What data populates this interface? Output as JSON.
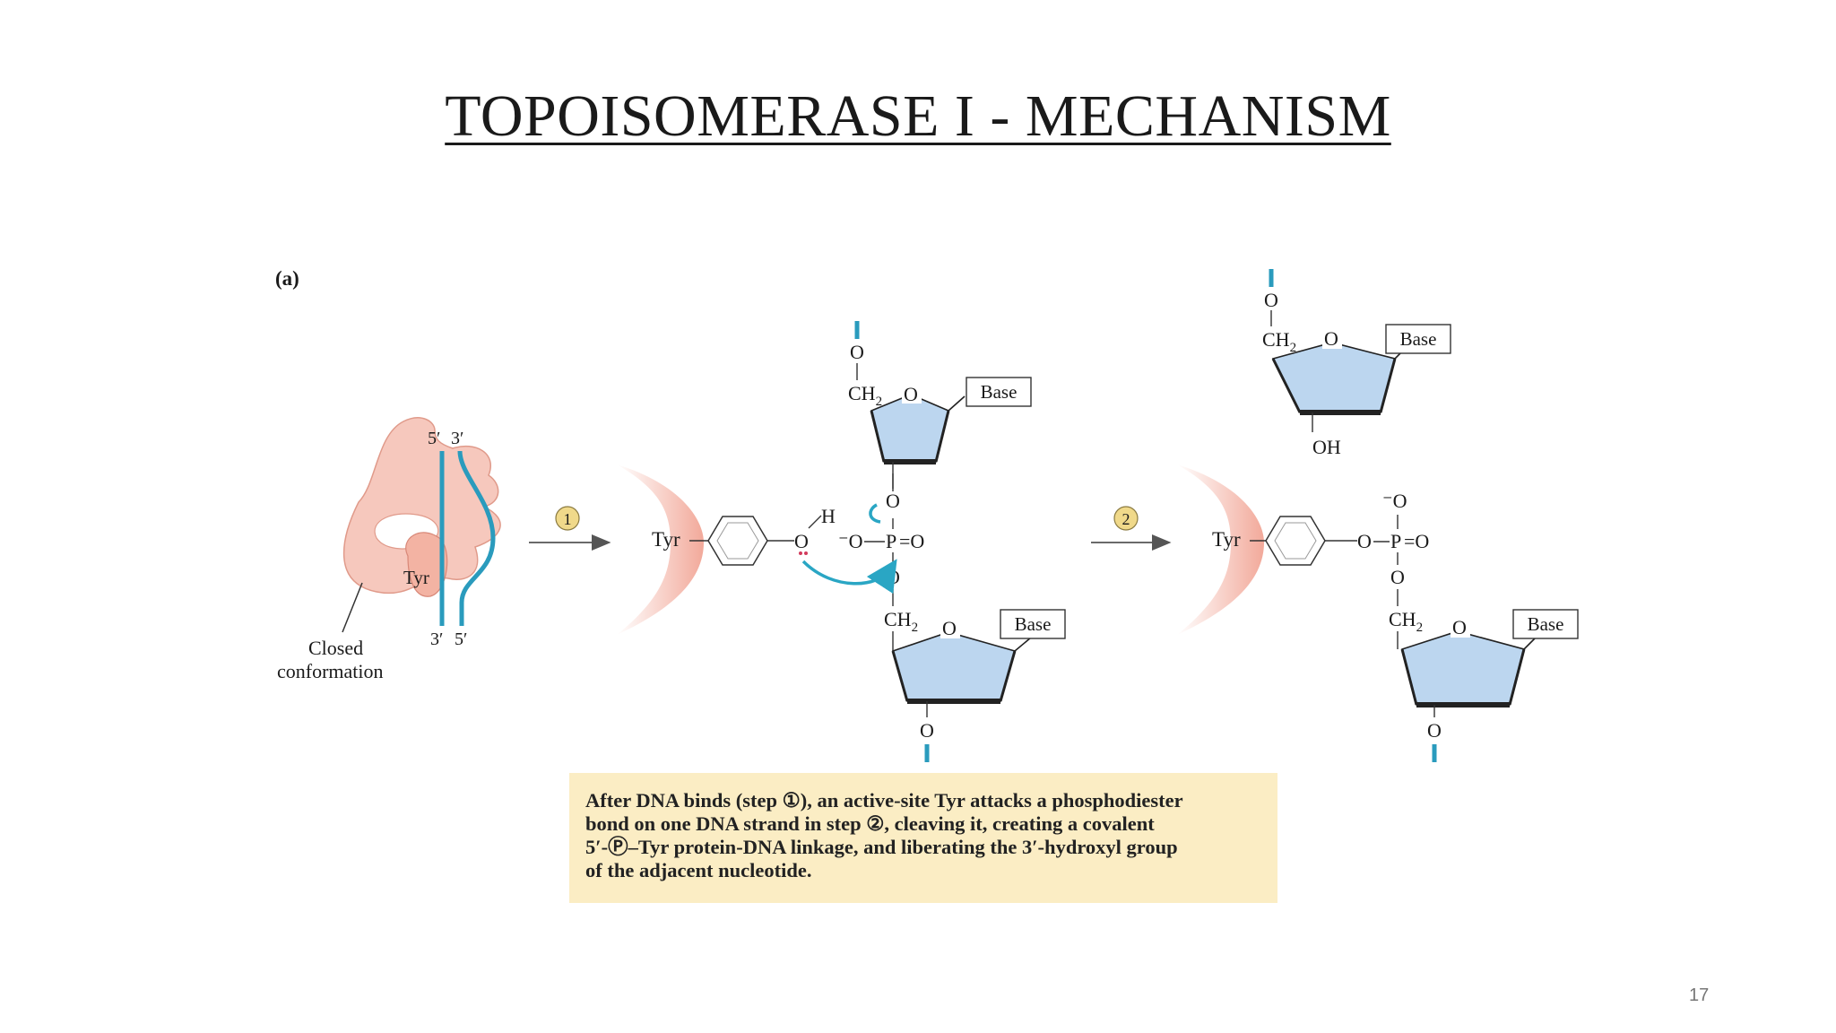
{
  "slide": {
    "title": "TOPOISOMERASE I - MECHANISM",
    "page_number": "17"
  },
  "figure": {
    "panel_label": "(a)",
    "enzyme": {
      "tyr_label": "Tyr",
      "conformation_label_line1": "Closed",
      "conformation_label_line2": "conformation",
      "strand_top_left": "5′",
      "strand_top_right": "3′",
      "strand_bottom_left": "3′",
      "strand_bottom_right": "5′"
    },
    "steps": {
      "step1": "1",
      "step2": "2"
    },
    "chem": {
      "tyr": "Tyr",
      "o": "O",
      "h": "H",
      "p": "P",
      "ch2": "CH",
      "ch2_sub": "2",
      "base": "Base",
      "oh": "OH",
      "o_minus": "⁻O",
      "eq_o": "=O",
      "dash": "–"
    },
    "colors": {
      "strand_blue": "#2a9bbd",
      "sugar_fill": "#bcd6ef",
      "enzyme_pink": "#f6c8bd",
      "step_circle": "#f0d98a",
      "arrow_teal": "#2aa6c4",
      "lone_pair_red": "#d23a5b"
    }
  },
  "caption": {
    "line1": "After DNA binds (step ①), an active-site Tyr attacks a phosphodiester",
    "line2": "bond on one DNA strand in step ②, cleaving it, creating a covalent",
    "line3": "5′-Ⓟ–Tyr protein-DNA linkage, and liberating the 3′-hydroxyl group",
    "line4": "of the adjacent nucleotide."
  }
}
